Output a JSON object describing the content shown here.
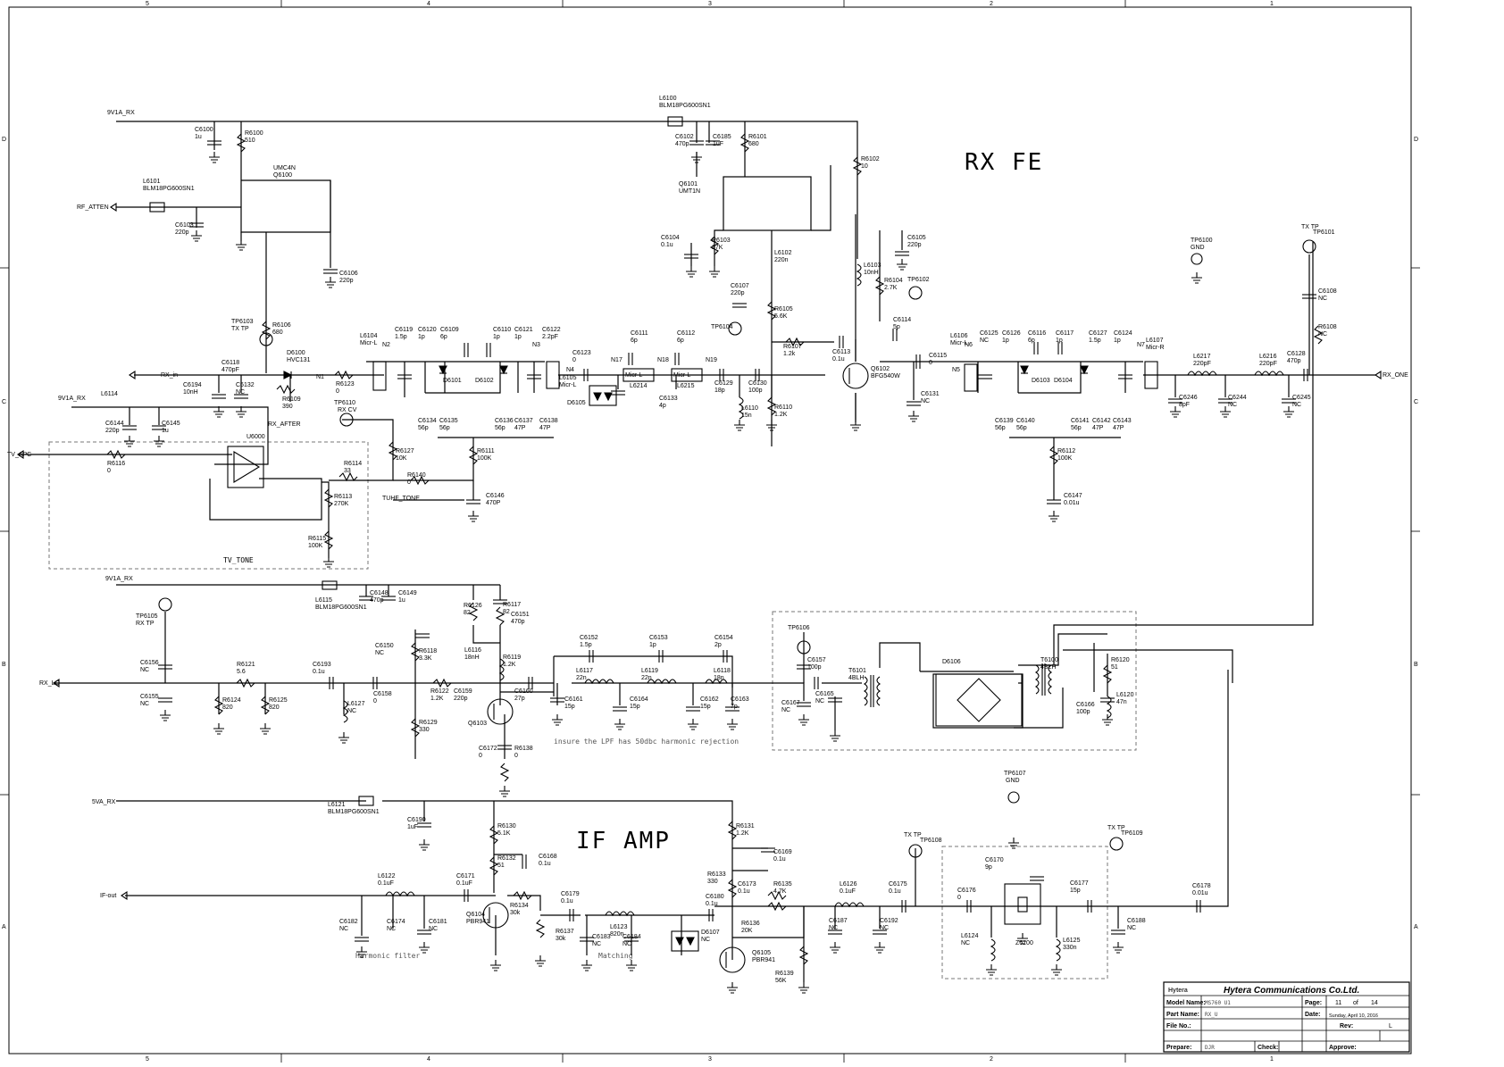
{
  "sections": {
    "rx_fe": "RX FE",
    "if_amp": "IF AMP",
    "tv_tone": "TV_TONE"
  },
  "notes": {
    "lpf": "insure the LPF has 50dbc harmonic rejection",
    "harmonic": "Harmonic filter",
    "matching": "Matching"
  },
  "ports": {
    "v9_rx_top": "9V1A_RX",
    "rf_atten": "RF_ATTEN",
    "rx_in": "RX_in",
    "v9_rx_mid": "9V1A_RX",
    "tv_apc": "TV_APC",
    "rx_after": "RX_AFTER",
    "tuhf_tone": "TUHF_TONE",
    "rx_one": "RX_ONE",
    "v9_rx_low": "9V1A_RX",
    "rx_lo": "RX_LO",
    "v5_rx": "5VA_RX",
    "if_out": "IF-out"
  },
  "testpoints": [
    {
      "ref": "TP6100",
      "sub": "GND"
    },
    {
      "ref": "TP6101",
      "sub": "TX TP"
    },
    {
      "ref": "TP6102",
      "sub": ""
    },
    {
      "ref": "TP6103",
      "sub": "TX TP"
    },
    {
      "ref": "TP6104",
      "sub": ""
    },
    {
      "ref": "TP6110",
      "sub": "RX CV"
    },
    {
      "ref": "TP6105",
      "sub": "RX TP"
    },
    {
      "ref": "TP6106",
      "sub": ""
    },
    {
      "ref": "TP6107",
      "sub": "GND"
    },
    {
      "ref": "TP6108",
      "sub": "TX TP"
    },
    {
      "ref": "TP6109",
      "sub": "TX TP"
    }
  ],
  "components": {
    "L6100": [
      "L6100",
      "BLM18PG600SN1"
    ],
    "C6100": [
      "C6100",
      "1u"
    ],
    "R6100": [
      "R6100",
      "510"
    ],
    "C6102": [
      "C6102",
      "470p"
    ],
    "C6185": [
      "C6185",
      "1uF"
    ],
    "R6101": [
      "R6101",
      "680"
    ],
    "R6102": [
      "R6102",
      "10"
    ],
    "UMC4N": [
      "UMC4N",
      "Q6100"
    ],
    "L6101": [
      "L6101",
      "BLM18PG600SN1"
    ],
    "C6103": [
      "C6103",
      "220p"
    ],
    "C6106": [
      "C6106",
      "220p"
    ],
    "Q6101": [
      "Q6101",
      "UMT1N"
    ],
    "C6104": [
      "C6104",
      "0.1u"
    ],
    "R6103": [
      "R6103",
      "27K"
    ],
    "L6102": [
      "L6102",
      "220n"
    ],
    "C6105": [
      "C6105",
      "220p"
    ],
    "L6103": [
      "L6103",
      "10nH"
    ],
    "R6104": [
      "R6104",
      "2.7K"
    ],
    "C6107": [
      "C6107",
      "220p"
    ],
    "R6105": [
      "R6105",
      "5.6K"
    ],
    "R6106": [
      "R6106",
      "680"
    ],
    "D6100": [
      "D6100",
      "HVC131"
    ],
    "C6118": [
      "C6118",
      "470pF"
    ],
    "C6194": [
      "C6194",
      "10nH"
    ],
    "C6132": [
      "C6132",
      "NC"
    ],
    "R6109": [
      "R6109",
      "390"
    ],
    "R6123": [
      "R6123",
      "0"
    ],
    "L6104": [
      "L6104",
      "Micr-L"
    ],
    "C6119": [
      "C6119",
      "1.5p"
    ],
    "C6120": [
      "C6120",
      "1p"
    ],
    "C6109": [
      "C6109",
      "6p"
    ],
    "C6110": [
      "C6110",
      "1p"
    ],
    "C6121": [
      "C6121",
      "1p"
    ],
    "C6122": [
      "C6122",
      "2.2pF"
    ],
    "C6123": [
      "C6123",
      "0"
    ],
    "C6111": [
      "C6111",
      "6p"
    ],
    "C6112": [
      "C6112",
      "6p"
    ],
    "L6105": [
      "L6105",
      "Micr-L"
    ],
    "L6214": [
      "L6214",
      ""
    ],
    "L6215": [
      "L6215",
      ""
    ],
    "C6133": [
      "C6133",
      "4p"
    ],
    "C6129": [
      "C6129",
      "18p"
    ],
    "C6130": [
      "C6130",
      "100p"
    ],
    "L6110": [
      "L6110",
      "15n"
    ],
    "R6110": [
      "R6110",
      "1.2K"
    ],
    "R6107": [
      "R6107",
      "1.2k"
    ],
    "C6113": [
      "C6113",
      "0.1u"
    ],
    "Q6102": [
      "Q6102",
      "BFG540W"
    ],
    "C6114": [
      "C6114",
      "5p"
    ],
    "C6115": [
      "C6115",
      "0"
    ],
    "C6131": [
      "C6131",
      "NC"
    ],
    "L6106": [
      "L6106",
      "Micr-L"
    ],
    "C6125": [
      "C6125",
      "NC"
    ],
    "C6126": [
      "C6126",
      "1p"
    ],
    "C6116": [
      "C6116",
      "6p"
    ],
    "C6117": [
      "C6117",
      "1p"
    ],
    "C6127": [
      "C6127",
      "1.5p"
    ],
    "C6124": [
      "C6124",
      "1p"
    ],
    "L6107": [
      "L6107",
      "Micr-R"
    ],
    "L6217": [
      "L6217",
      "220pF"
    ],
    "L6216": [
      "L6216",
      "220pF"
    ],
    "C6128": [
      "C6128",
      "470p"
    ],
    "C6108": [
      "C6108",
      "NC"
    ],
    "R6108": [
      "R6108",
      "NC"
    ],
    "C6246": [
      "C6246",
      "8pF"
    ],
    "C6244": [
      "C6244",
      "NC"
    ],
    "C6245": [
      "C6245",
      "NC"
    ],
    "L6114": [
      "L6114",
      ""
    ],
    "C6144": [
      "C6144",
      "220p"
    ],
    "C6145": [
      "C6145",
      "1u"
    ],
    "U6000": [
      "U6000",
      ""
    ],
    "R6116": [
      "R6116",
      "0"
    ],
    "R6114": [
      "R6114",
      "33"
    ],
    "R6113": [
      "R6113",
      "270K"
    ],
    "R6115": [
      "R6115",
      "100K"
    ],
    "R6127": [
      "R6127",
      "10K"
    ],
    "R6140": [
      "R6140",
      "0"
    ],
    "R6111": [
      "R6111",
      "100K"
    ],
    "C6146": [
      "C6146",
      "470P"
    ],
    "C6134": [
      "C6134",
      "56p"
    ],
    "C6135": [
      "C6135",
      "56p"
    ],
    "C6136": [
      "C6136",
      "56p"
    ],
    "C6137": [
      "C6137",
      "47P"
    ],
    "C6138": [
      "C6138",
      "47P"
    ],
    "C6139": [
      "C6139",
      "56p"
    ],
    "C6140": [
      "C6140",
      "56p"
    ],
    "C6141": [
      "C6141",
      "56p"
    ],
    "C6142": [
      "C6142",
      "47P"
    ],
    "C6143": [
      "C6143",
      "47P"
    ],
    "R6112": [
      "R6112",
      "100K"
    ],
    "C6147": [
      "C6147",
      "0.01u"
    ],
    "L6115": [
      "L6115",
      "BLM18PG600SN1"
    ],
    "C6148": [
      "C6148",
      "470p"
    ],
    "C6149": [
      "C6149",
      "1u"
    ],
    "R6126": [
      "R6126",
      "82"
    ],
    "R6117": [
      "R6117",
      "82"
    ],
    "C6151": [
      "C6151",
      "470p"
    ],
    "C6150": [
      "C6150",
      "NC"
    ],
    "R6118": [
      "R6118",
      "3.3K"
    ],
    "L6116": [
      "L6116",
      "18nH"
    ],
    "R6119": [
      "R6119",
      "1.2K"
    ],
    "C6156": [
      "C6156",
      "NC"
    ],
    "C6155": [
      "C6155",
      "NC"
    ],
    "R6121": [
      "R6121",
      "5.6"
    ],
    "C6193": [
      "C6193",
      "0.1u"
    ],
    "R6124": [
      "R6124",
      "820"
    ],
    "R6125": [
      "R6125",
      "820"
    ],
    "L6127": [
      "L6127",
      "NC"
    ],
    "C6158": [
      "C6158",
      "0"
    ],
    "R6122": [
      "R6122",
      "1.2K"
    ],
    "C6159": [
      "C6159",
      "220p"
    ],
    "R6129": [
      "R6129",
      "330"
    ],
    "Q6103": [
      "Q6103",
      ""
    ],
    "C6160": [
      "C6160",
      "27p"
    ],
    "C6172": [
      "C6172",
      "0"
    ],
    "R6138": [
      "R6138",
      "0"
    ],
    "C6152": [
      "C6152",
      "1.5p"
    ],
    "C6153": [
      "C6153",
      "1p"
    ],
    "C6154": [
      "C6154",
      "2p"
    ],
    "L6117": [
      "L6117",
      "22n"
    ],
    "L6119": [
      "L6119",
      "22n"
    ],
    "L6118": [
      "L6118",
      "18n"
    ],
    "C6161": [
      "C6161",
      "15p"
    ],
    "C6164": [
      "C6164",
      "15p"
    ],
    "C6162": [
      "C6162",
      "15p"
    ],
    "C6163": [
      "C6163",
      "7p"
    ],
    "C6157": [
      "C6157",
      "100p"
    ],
    "C6167": [
      "C6167",
      "NC"
    ],
    "C6165": [
      "C6165",
      "NC"
    ],
    "T6101": [
      "T6101",
      "4BLH"
    ],
    "D6106": [
      "D6106",
      ""
    ],
    "T6100": [
      "T6100",
      "4BLH"
    ],
    "R6120": [
      "R6120",
      "51"
    ],
    "L6120": [
      "L6120",
      "47n"
    ],
    "C6166": [
      "C6166",
      "100p"
    ],
    "L6121": [
      "L6121",
      "BLM18PG600SN1"
    ],
    "C6190": [
      "C6190",
      "1uF"
    ],
    "R6130": [
      "R6130",
      "5.1K"
    ],
    "R6132": [
      "R6132",
      "51"
    ],
    "C6168": [
      "C6168",
      "0.1u"
    ],
    "R6131": [
      "R6131",
      "1.2K"
    ],
    "C6169": [
      "C6169",
      "0.1u"
    ],
    "R6133": [
      "R6133",
      "330"
    ],
    "C6173": [
      "C6173",
      "0.1u"
    ],
    "R6135": [
      "R6135",
      "4.7K"
    ],
    "L6122": [
      "L6122",
      "0.1uF"
    ],
    "C6171": [
      "C6171",
      "0.1uF"
    ],
    "C6182": [
      "C6182",
      "NC"
    ],
    "C6174": [
      "C6174",
      "NC"
    ],
    "C6181": [
      "C6181",
      "NC"
    ],
    "Q6104": [
      "Q6104",
      "PBR941"
    ],
    "R6134": [
      "R6134",
      "30k"
    ],
    "C6179": [
      "C6179",
      "0.1u"
    ],
    "R6137": [
      "R6137",
      "30k"
    ],
    "L6123": [
      "L6123",
      "820n"
    ],
    "C6183": [
      "C6183",
      "NC"
    ],
    "C6184": [
      "C6184",
      "NC"
    ],
    "D6107": [
      "D6107",
      "NC"
    ],
    "C6180": [
      "C6180",
      "0.1u"
    ],
    "R6136": [
      "R6136",
      "20K"
    ],
    "Q6105": [
      "Q6105",
      "PBR941"
    ],
    "R6139": [
      "R6139",
      "56K"
    ],
    "L6126": [
      "L6126",
      "0.1uF"
    ],
    "C6187": [
      "C6187",
      "NC"
    ],
    "C6175": [
      "C6175",
      "0.1u"
    ],
    "C6192": [
      "C6192",
      "NC"
    ],
    "C6176": [
      "C6176",
      "0"
    ],
    "C6170": [
      "C6170",
      "9p"
    ],
    "L6124": [
      "L6124",
      "NC"
    ],
    "Z6100": [
      "Z6100",
      ""
    ],
    "L6125": [
      "L6125",
      "330n"
    ],
    "C6177": [
      "C6177",
      "15p"
    ],
    "C6188": [
      "C6188",
      "NC"
    ],
    "C6178": [
      "C6178",
      "0.01u"
    ],
    "D6101": [
      "D6101",
      ""
    ],
    "D6102": [
      "D6102",
      ""
    ],
    "D6103": [
      "D6103",
      ""
    ],
    "D6104": [
      "D6104",
      ""
    ],
    "D6105": [
      "D6105",
      ""
    ]
  },
  "micro_blocks": {
    "m1": "Micr-L",
    "m2": "Micr-L"
  },
  "nodes": [
    "N1",
    "N2",
    "N3",
    "N4",
    "N17",
    "N18",
    "N19",
    "N5",
    "N6",
    "N7"
  ],
  "border": {
    "cols_top": [
      "5",
      "4",
      "3",
      "2",
      "1"
    ],
    "cols_bottom": [
      "5",
      "4",
      "3",
      "2",
      "1"
    ],
    "rows_left": [
      "D",
      "C",
      "B",
      "A"
    ],
    "rows_right": [
      "D",
      "C",
      "B",
      "A"
    ]
  },
  "title_block": {
    "logo": "Hytera",
    "company": "Hytera Communications Co.Ltd.",
    "model_label": "Model Name:",
    "model_value": "MS760 U1",
    "page_label": "Page:",
    "page_value": "11",
    "of_label": "of",
    "page_total": "14",
    "part_label": "Part Name:",
    "part_value": "RX_U",
    "date_label": "Date:",
    "date_value": "Sunday, April 10, 2016",
    "file_label": "File No.:",
    "rev_label": "Rev:",
    "rev_value": "L",
    "prepare_label": "Prepare:",
    "prepare_value": "DJR",
    "check_label": "Check:",
    "approve_label": "Approve:"
  },
  "colors": {
    "ink": "#000000",
    "dashed_box": "#777777",
    "note": "#555555"
  }
}
